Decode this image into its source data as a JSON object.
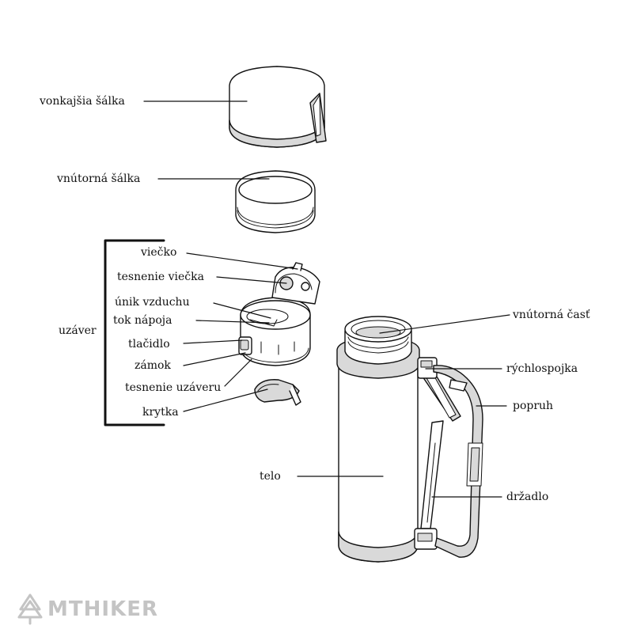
{
  "labels": {
    "outer_cup": "vonkajšia šálka",
    "inner_cup": "vnútorná šálka",
    "lid": "viečko",
    "lid_seal": "tesnenie viečka",
    "air_vent": "únik vzduchu",
    "drink_flow": "tok nápoja",
    "button": "tlačidlo",
    "lock": "zámok",
    "closure_seal": "tesnenie uzáveru",
    "cover": "krytka",
    "closure_group": "uzáver",
    "inner_part": "vnútorná časť",
    "quick_coupling": "rýchlospojka",
    "strap": "popruh",
    "body": "telo",
    "handle": "držadlo"
  },
  "watermark": {
    "text": "MTHIKER",
    "icon": "tree-logo-icon"
  },
  "colors": {
    "line": "#111111",
    "shade": "#d9d9d9",
    "watermark": "#c4c4c4"
  }
}
